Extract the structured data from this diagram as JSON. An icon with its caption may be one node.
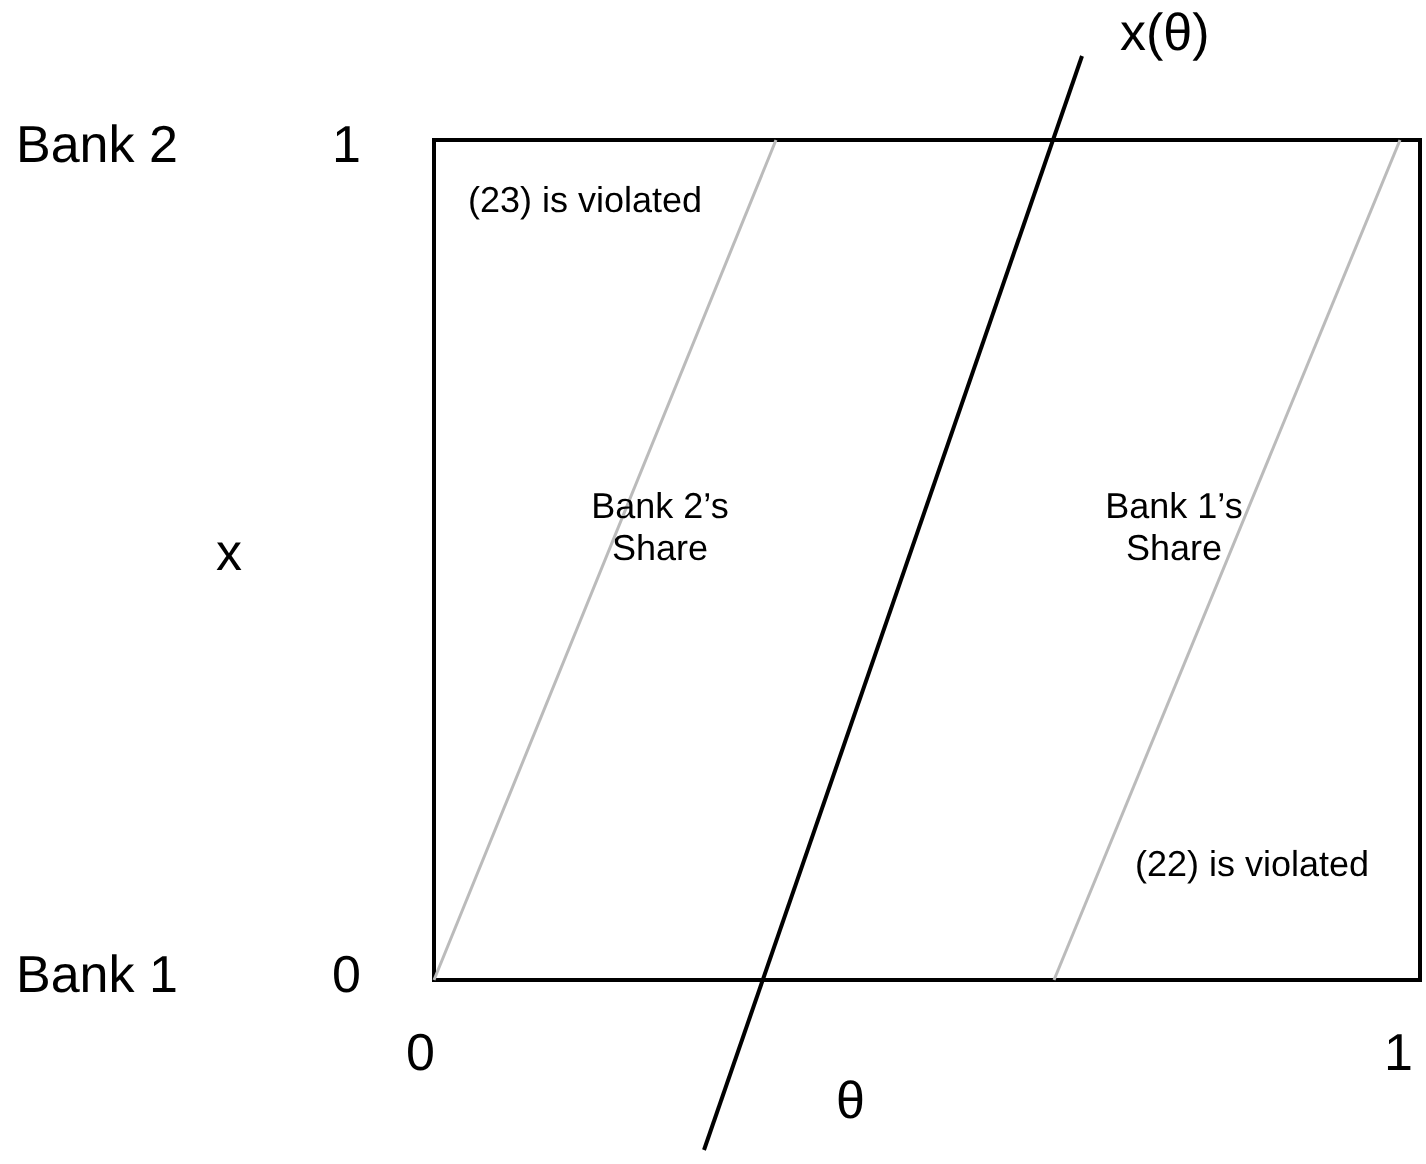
{
  "diagram": {
    "labels": [
      "x(θ)",
      "Bank 2",
      "1",
      "(23) is violated",
      "x",
      "Bank 2’s Share",
      "Bank 1’s Share",
      "(22) is violated",
      "Bank 1",
      "0",
      "0",
      "θ",
      "1"
    ]
  }
}
